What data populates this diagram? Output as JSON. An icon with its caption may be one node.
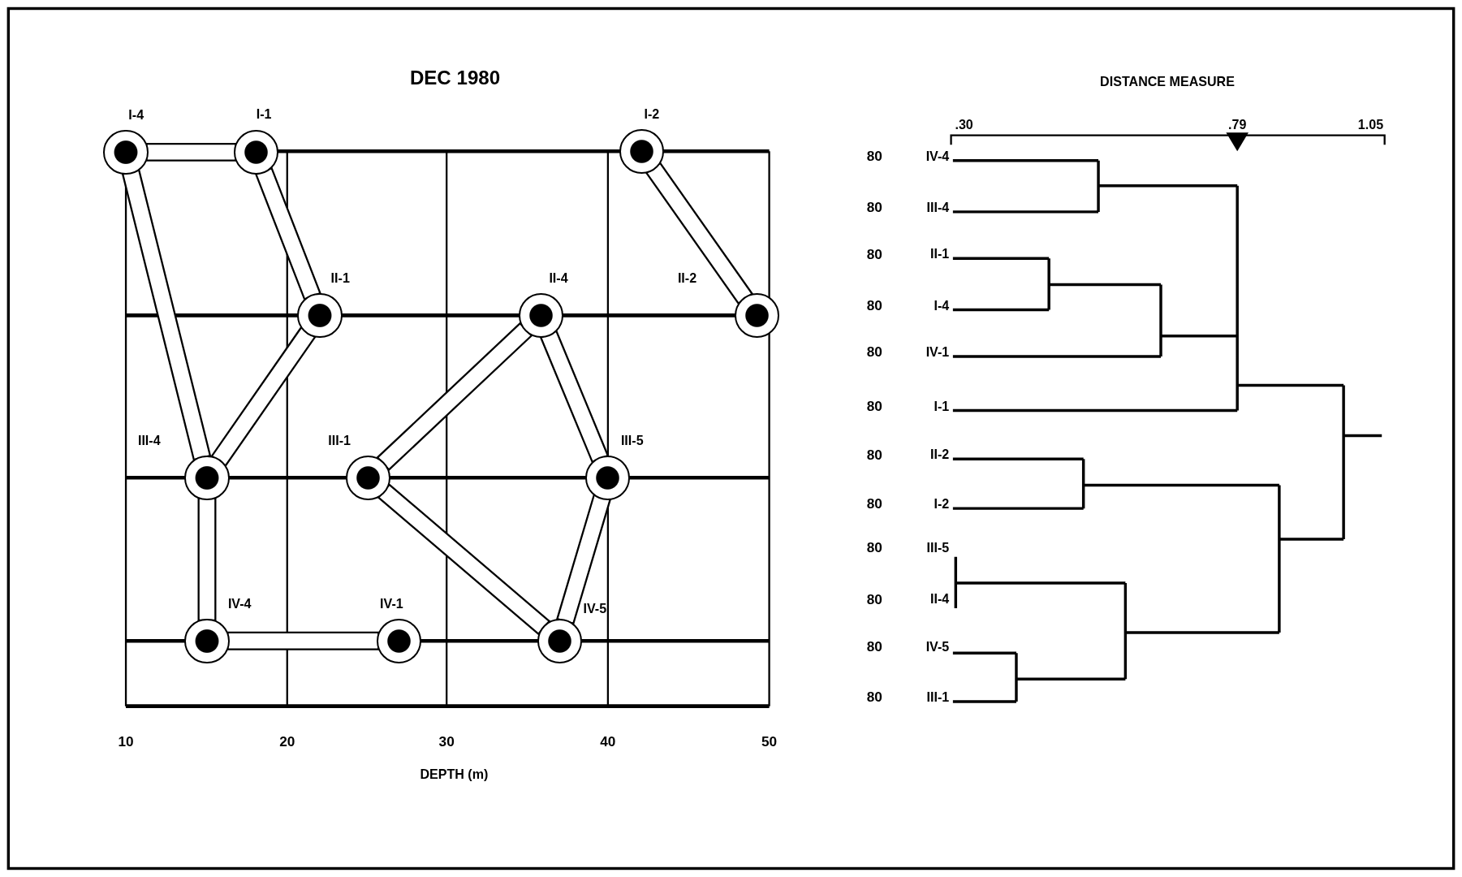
{
  "diagram": {
    "title": "DEC 1980",
    "nodes": [
      {
        "text": [
          "I-4"
        ]
      },
      {
        "text": [
          "I-1"
        ]
      },
      {
        "text": [
          "I-2"
        ]
      },
      {
        "text": [
          "II-1"
        ]
      },
      {
        "text": [
          "II-4"
        ]
      },
      {
        "text": [
          "II-2"
        ]
      },
      {
        "text": [
          "III-4"
        ]
      },
      {
        "text": [
          "III-1"
        ]
      },
      {
        "text": [
          "III-5"
        ]
      },
      {
        "text": [
          "IV-4"
        ]
      },
      {
        "text": [
          "IV-1"
        ]
      },
      {
        "text": [
          "IV-5"
        ]
      }
    ],
    "edges": [
      {
        "from": 0,
        "to": 1,
        "arrow": "none"
      },
      {
        "from": 1,
        "to": 3,
        "arrow": "none"
      },
      {
        "from": 3,
        "to": 6,
        "arrow": "none"
      },
      {
        "from": 6,
        "to": 0,
        "arrow": "none"
      },
      {
        "from": 6,
        "to": 9,
        "arrow": "none"
      },
      {
        "from": 9,
        "to": 10,
        "arrow": "none"
      },
      {
        "from": 2,
        "to": 5,
        "arrow": "none"
      },
      {
        "from": 7,
        "to": 4,
        "arrow": "none"
      },
      {
        "from": 4,
        "to": 8,
        "arrow": "none"
      },
      {
        "from": 8,
        "to": 11,
        "arrow": "none"
      },
      {
        "from": 11,
        "to": 7,
        "arrow": "none"
      }
    ],
    "labels": [
      "10",
      "20",
      "30",
      "40",
      "50",
      "DEPTH (m)",
      "DISTANCE MEASURE",
      ".30",
      ".79",
      "1.05",
      "80",
      "IV-4",
      "80",
      "III-4",
      "80",
      "II-1",
      "80",
      "I-4",
      "80",
      "IV-1",
      "80",
      "I-1",
      "80",
      "II-2",
      "80",
      "I-2",
      "80",
      "III-5",
      "80",
      "II-4",
      "80",
      "IV-5",
      "80",
      "III-1"
    ]
  }
}
